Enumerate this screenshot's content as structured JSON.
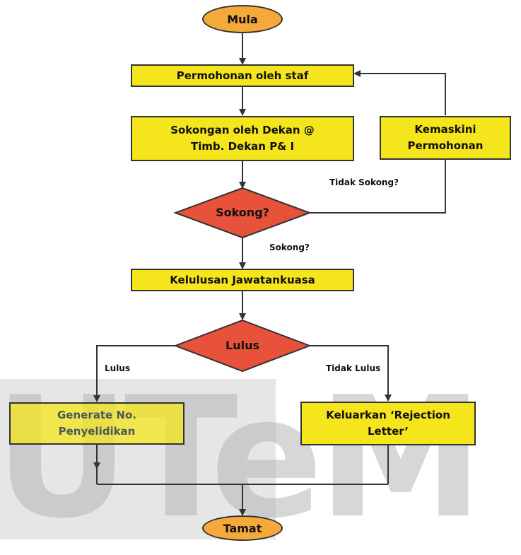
{
  "watermark": {
    "text": "UTeM"
  },
  "nodes": {
    "start": "Mula",
    "apply": "Permohonan oleh staf",
    "support_line1": "Sokongan oleh Dekan @",
    "support_line2": "Timb. Dekan P& I",
    "update_line1": "Kemaskini",
    "update_line2": "Permohonan",
    "decision_support": "Sokong?",
    "committee": "Kelulusan Jawatankuasa",
    "decision_pass": "Lulus",
    "generate_line1": "Generate No.",
    "generate_line2": "Penyelidikan",
    "reject_line1": "Keluarkan ‘Rejection",
    "reject_line2": "Letter’",
    "end": "Tamat"
  },
  "edge_labels": {
    "not_supported": "Tidak Sokong?",
    "supported": "Sokong?",
    "pass": "Lulus",
    "fail": "Tidak Lulus"
  },
  "colors": {
    "process": "#f5e51c",
    "terminal": "#f6a93b",
    "decision": "#e8513a",
    "line": "#333333"
  }
}
